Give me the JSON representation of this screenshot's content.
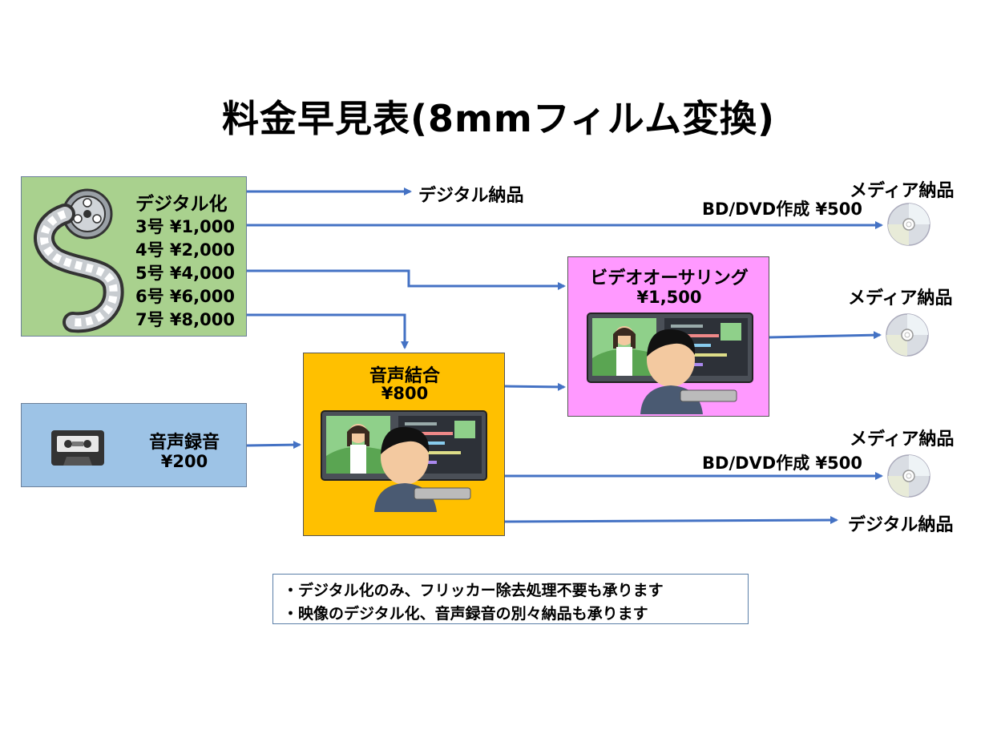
{
  "title": "料金早見表(8mmフィルム変換)",
  "film": {
    "heading": "デジタル化",
    "prices": [
      "3号 ¥1,000",
      "4号 ¥2,000",
      "5号 ¥4,000",
      "6号 ¥6,000",
      "7号 ¥8,000"
    ]
  },
  "audio": {
    "heading": "音声録音",
    "price": "¥200"
  },
  "merge": {
    "heading": "音声結合",
    "price": "¥800"
  },
  "grading": {
    "heading": "ビデオオーサリング",
    "price": "¥1,500"
  },
  "outputs": {
    "digital_delivery_1": "デジタル納品",
    "media_delivery_1": "メディア納品",
    "bd_dvd_1": "BD/DVD作成 ¥500",
    "media_delivery_2": "メディア納品",
    "media_delivery_3": "メディア納品",
    "bd_dvd_2": "BD/DVD作成 ¥500",
    "digital_delivery_2": "デジタル納品"
  },
  "notes": [
    "・デジタル化のみ、フリッカー除去処理不要も承ります",
    "・映像のデジタル化、音声録音の別々納品も承ります"
  ],
  "colors": {
    "film_box": "#a9d18e",
    "audio_box": "#9dc3e6",
    "merge_box": "#ffc000",
    "grading_box": "#ff99ff",
    "arrow": "#4472c4"
  },
  "icons": {
    "film": "film-reel-icon",
    "audio": "cassette-tape-icon",
    "editor": "video-editor-person-icon",
    "disc": "optical-disc-icon"
  }
}
